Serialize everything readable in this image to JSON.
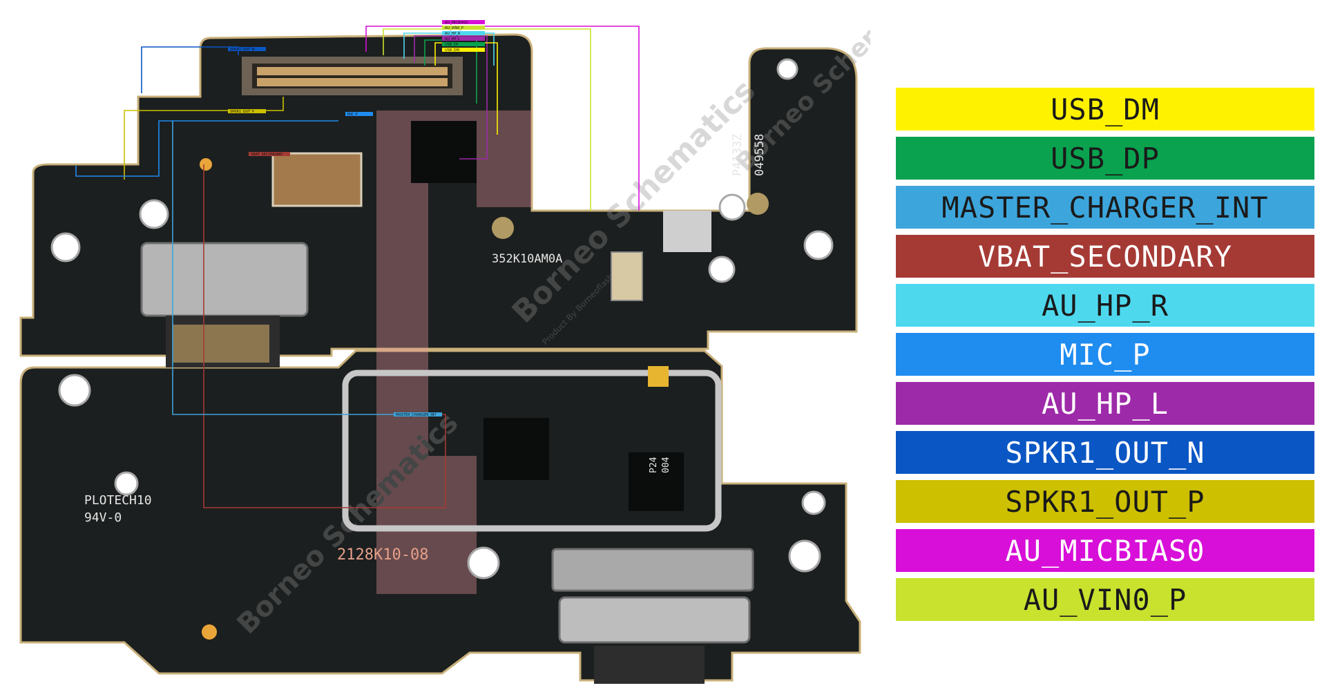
{
  "board": {
    "marks": [
      "352K10AM0A",
      "P4133Z",
      "049558",
      "2128K10-08",
      "PLOTECH10",
      "94V-0",
      "P24",
      "004"
    ],
    "watermark": "Borneo Schematics",
    "watermark_sub": "Product By Borneoflash",
    "tiny_labels": [
      "AU_MICBIAS0",
      "AU_VIN0_P",
      "AU_HP_R",
      "AU_HP_L",
      "USB_DP",
      "USB_DM",
      "SPKR1_OUT_N",
      "SPKR1_OUT_P",
      "VBAT_SECONDARY",
      "MIC_P",
      "MASTER_CHARGER_INT"
    ]
  },
  "legend": [
    {
      "label": "USB_DM",
      "color": "#fff200",
      "text": "#1a1a1a"
    },
    {
      "label": "USB_DP",
      "color": "#0aa24e",
      "text": "#1a1a1a"
    },
    {
      "label": "MASTER_CHARGER_INT",
      "color": "#3ca6dc",
      "text": "#1a1a1a"
    },
    {
      "label": "VBAT_SECONDARY",
      "color": "#a53a35",
      "text": "#ffffff"
    },
    {
      "label": "AU_HP_R",
      "color": "#4ed8ee",
      "text": "#1a1a1a"
    },
    {
      "label": "MIC_P",
      "color": "#1f8cf0",
      "text": "#ffffff"
    },
    {
      "label": "AU_HP_L",
      "color": "#9d2aa8",
      "text": "#ffffff"
    },
    {
      "label": "SPKR1_OUT_N",
      "color": "#0a56c4",
      "text": "#ffffff"
    },
    {
      "label": "SPKR1_OUT_P",
      "color": "#cdc000",
      "text": "#1a1a1a"
    },
    {
      "label": "AU_MICBIAS0",
      "color": "#d80fd8",
      "text": "#ffffff"
    },
    {
      "label": "AU_VIN0_P",
      "color": "#c8e22e",
      "text": "#1a1a1a"
    }
  ]
}
